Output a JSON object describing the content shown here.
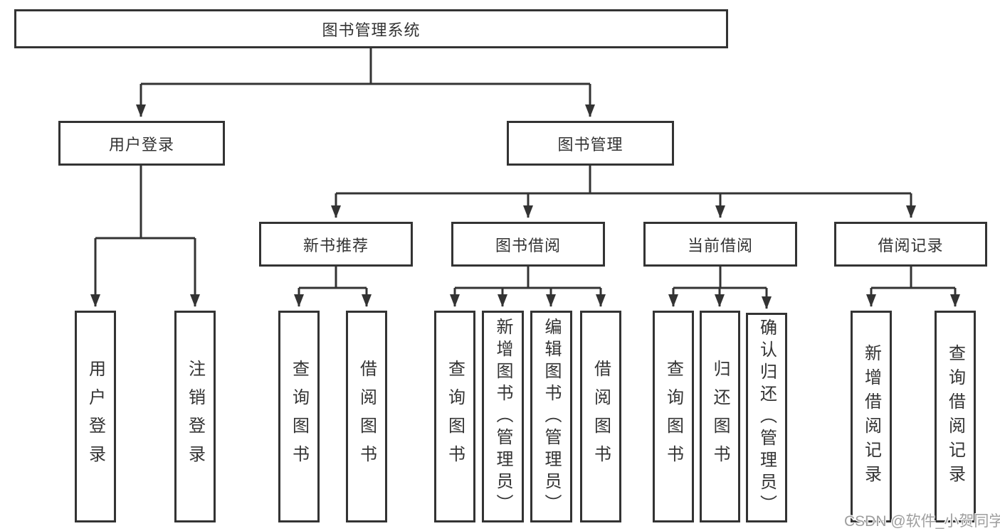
{
  "diagram": {
    "root": {
      "label": "图书管理系统"
    },
    "level2": [
      {
        "label": "用户登录"
      },
      {
        "label": "图书管理"
      }
    ],
    "level3": [
      {
        "label": "新书推荐"
      },
      {
        "label": "图书借阅"
      },
      {
        "label": "当前借阅"
      },
      {
        "label": "借阅记录"
      }
    ],
    "leaves": [
      {
        "label": "用户登录"
      },
      {
        "label": "注销登录"
      },
      {
        "label": "查询图书"
      },
      {
        "label": "借阅图书"
      },
      {
        "label": "查询图书"
      },
      {
        "label": "新增图书（管理员）"
      },
      {
        "label": "编辑图书（管理员）"
      },
      {
        "label": "借阅图书"
      },
      {
        "label": "查询图书"
      },
      {
        "label": "归还图书"
      },
      {
        "label": "确认归还（管理员）"
      },
      {
        "label": "新增借阅记录"
      },
      {
        "label": "查询借阅记录"
      }
    ],
    "watermark": "CSDN @软件_小贺同学",
    "colors": {
      "line": "#333333",
      "box_border": "#333333",
      "text": "#333333",
      "watermark": "#9e9e9e",
      "background": "#ffffff"
    }
  }
}
